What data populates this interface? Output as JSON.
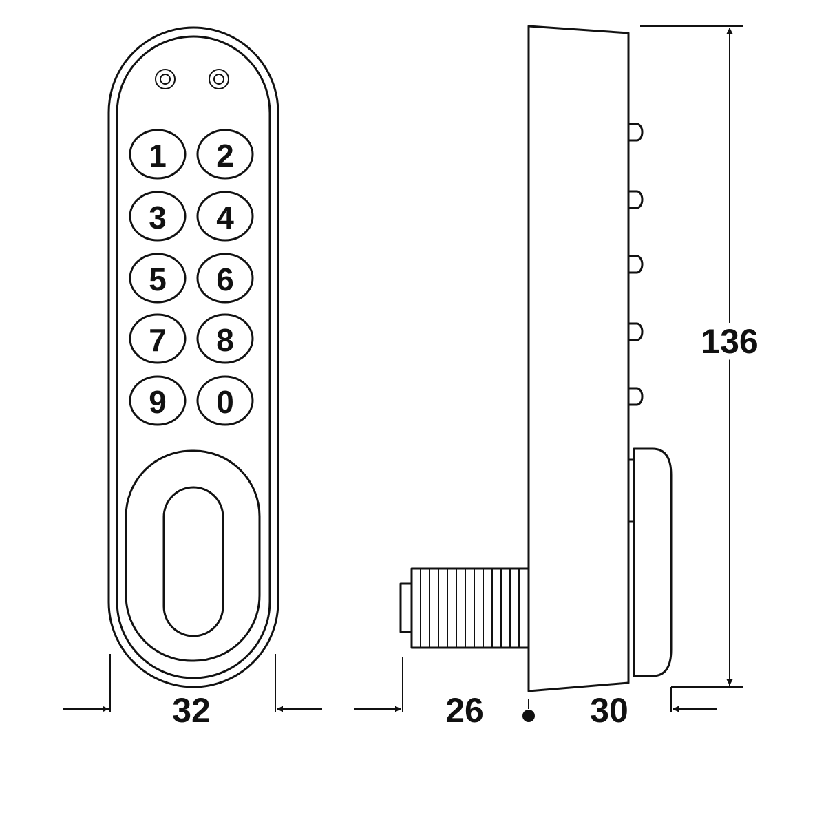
{
  "keypad": {
    "keys": [
      "1",
      "2",
      "3",
      "4",
      "5",
      "6",
      "7",
      "8",
      "9",
      "0"
    ]
  },
  "dimensions": {
    "front_width": "32",
    "depth_cam": "26",
    "depth_body": "30",
    "height": "136"
  },
  "colors": {
    "line": "#111111",
    "background": "#ffffff"
  }
}
